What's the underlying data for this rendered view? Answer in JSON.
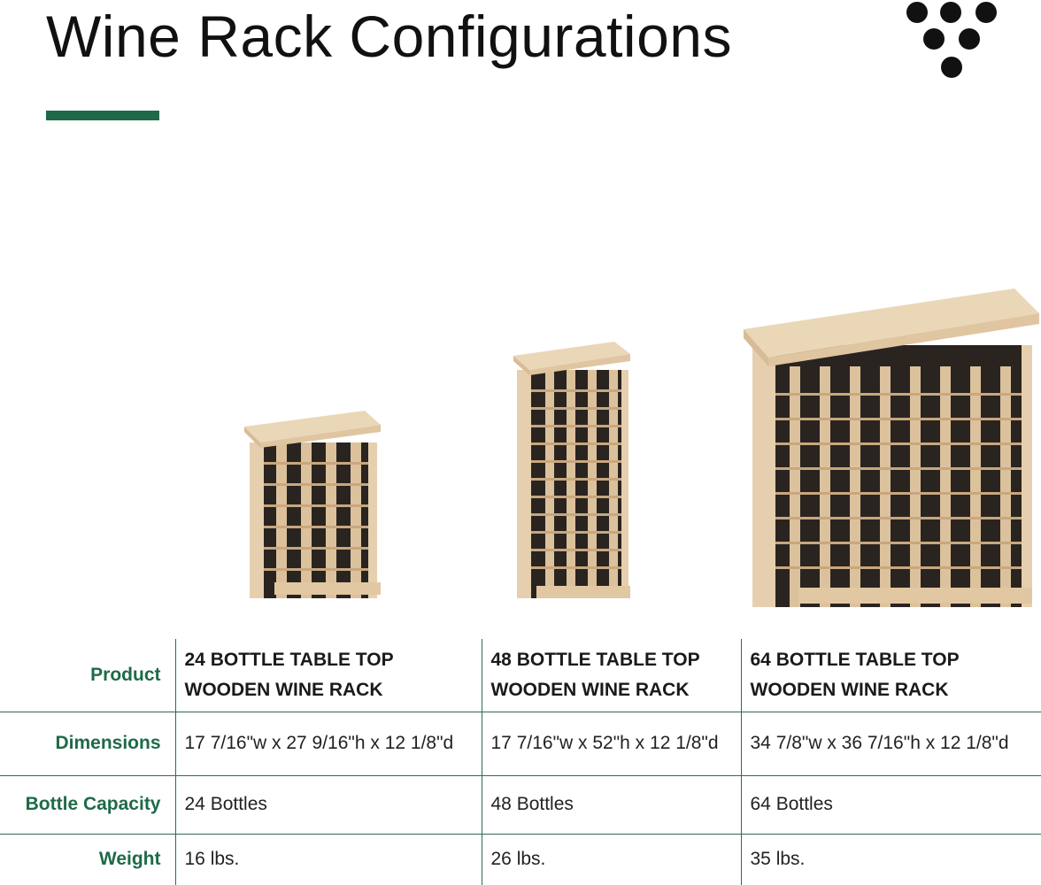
{
  "page": {
    "title": "Wine Rack Configurations",
    "accent_color": "#1e6a48",
    "logo_icon": "grape-cluster-icon"
  },
  "products": [
    {
      "image_icon": "wine-rack-24-bottle-image",
      "name_line1": "24 BOTTLE TABLE TOP",
      "name_line2": "WOODEN WINE RACK",
      "dimensions": "17 7/16\"w x 27 9/16\"h x 12 1/8\"d",
      "capacity": "24 Bottles",
      "weight": "16 lbs."
    },
    {
      "image_icon": "wine-rack-48-bottle-image",
      "name_line1": "48 BOTTLE TABLE TOP",
      "name_line2": "WOODEN WINE RACK",
      "dimensions": "17 7/16\"w x 52\"h x 12 1/8\"d",
      "capacity": "48 Bottles",
      "weight": "26 lbs."
    },
    {
      "image_icon": "wine-rack-64-bottle-image",
      "name_line1": "64 BOTTLE TABLE TOP",
      "name_line2": "WOODEN WINE RACK",
      "dimensions": "34 7/8\"w x 36 7/16\"h x 12 1/8\"d",
      "capacity": "64 Bottles",
      "weight": "35 lbs."
    }
  ],
  "labels": {
    "product": "Product",
    "dimensions": "Dimensions",
    "capacity": "Bottle Capacity",
    "weight": "Weight"
  }
}
